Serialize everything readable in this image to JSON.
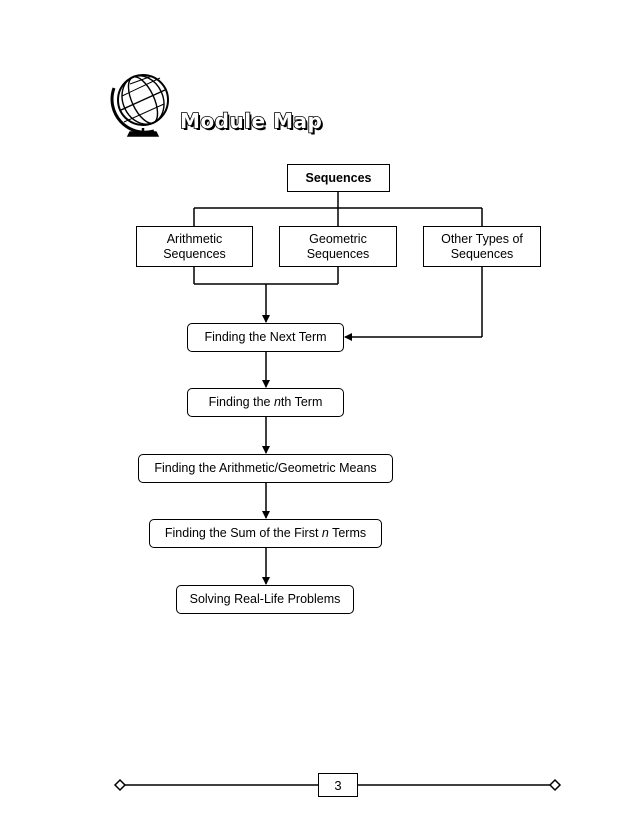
{
  "header": {
    "title": "Module Map"
  },
  "diagram": {
    "root": "Sequences",
    "categories": [
      {
        "line1": "Arithmetic",
        "line2": "Sequences"
      },
      {
        "line1": "Geometric",
        "line2": "Sequences"
      },
      {
        "line1": "Other Types of",
        "line2": "Sequences"
      }
    ],
    "steps": {
      "next_term": "Finding the Next Term",
      "nth_term_pre": "Finding the ",
      "nth_term_n": "n",
      "nth_term_post": "th Term",
      "means": "Finding the Arithmetic/Geometric Means",
      "sum_pre": "Finding the Sum of the First ",
      "sum_n": "n",
      "sum_post": " Terms",
      "problems": "Solving Real-Life Problems"
    }
  },
  "footer": {
    "page_number": "3"
  }
}
